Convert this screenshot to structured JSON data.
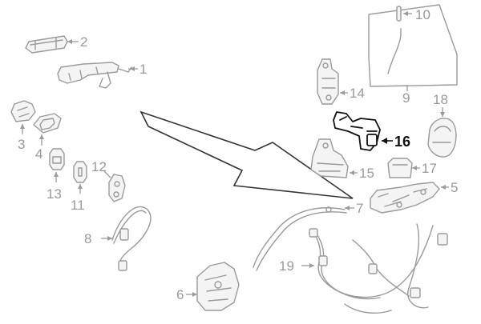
{
  "diagram": {
    "callouts": [
      {
        "id": "1",
        "label": "1",
        "highlight": false
      },
      {
        "id": "2",
        "label": "2",
        "highlight": false
      },
      {
        "id": "3",
        "label": "3",
        "highlight": false
      },
      {
        "id": "4",
        "label": "4",
        "highlight": false
      },
      {
        "id": "5",
        "label": "5",
        "highlight": false
      },
      {
        "id": "6",
        "label": "6",
        "highlight": false
      },
      {
        "id": "7",
        "label": "7",
        "highlight": false
      },
      {
        "id": "8",
        "label": "8",
        "highlight": false
      },
      {
        "id": "9",
        "label": "9",
        "highlight": false
      },
      {
        "id": "10",
        "label": "10",
        "highlight": false
      },
      {
        "id": "11",
        "label": "11",
        "highlight": false
      },
      {
        "id": "12",
        "label": "12",
        "highlight": false
      },
      {
        "id": "13",
        "label": "13",
        "highlight": false
      },
      {
        "id": "14",
        "label": "14",
        "highlight": false
      },
      {
        "id": "15",
        "label": "15",
        "highlight": false
      },
      {
        "id": "16",
        "label": "16",
        "highlight": true
      },
      {
        "id": "17",
        "label": "17",
        "highlight": false
      },
      {
        "id": "18",
        "label": "18",
        "highlight": false
      },
      {
        "id": "19",
        "label": "19",
        "highlight": false
      }
    ],
    "colors": {
      "part_line": "#9a9a9a",
      "highlight_line": "#111111",
      "background": "#ffffff"
    }
  }
}
